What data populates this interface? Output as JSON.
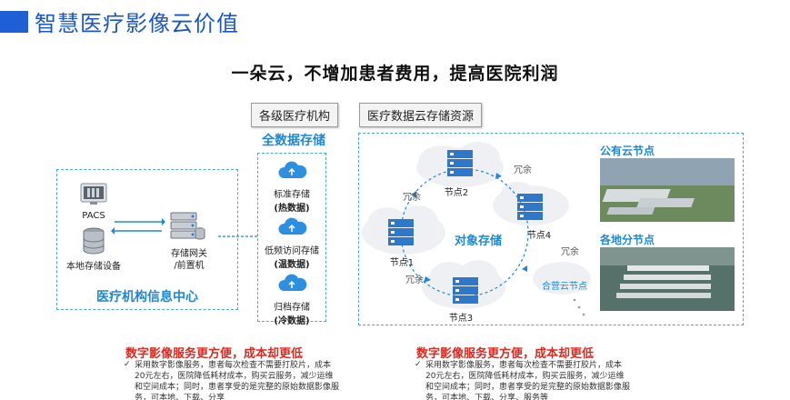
{
  "header": {
    "title": "智慧医疗影像云价值",
    "headline": "一朵云，不增加患者费用，提高医院利润"
  },
  "tags": {
    "institutions": "各级医疗机构",
    "cloud_resources": "医疗数据云存储资源"
  },
  "left_panel": {
    "title": "医疗机构信息中心",
    "pacs": "PACS",
    "local_storage": "本地存储设备",
    "gateway_line1": "存储网关",
    "gateway_line2": "/前置机"
  },
  "storage": {
    "title": "全数据存储",
    "items": [
      {
        "label": "标准存储",
        "sub": "(热数据)"
      },
      {
        "label": "低频访问存储",
        "sub": "(温数据)"
      },
      {
        "label": "归档存储",
        "sub": "(冷数据)"
      }
    ]
  },
  "cloud": {
    "center_label": "对象存储",
    "nodes": [
      "节点1",
      "节点2",
      "节点3",
      "节点4"
    ],
    "redundancy": "冗余",
    "partner_node": "合营云节点",
    "public_node": "公有云节点",
    "regional_node": "各地分节点"
  },
  "bottom": {
    "left_head": "数字影像服务更方便，成本却更低",
    "left_text": "采用数字影像服务，患者每次检查不需要打胶片，成本20元左右，医院降低耗材成本，购买云服务，减少运维和空间成本；同时，患者享受的是完整的原始数据影像服务，可本地、下载、分享",
    "right_head": "数字影像服务更方便，成本却更低",
    "right_text": "采用数字影像服务，患者每次检查不需要打胶片，成本20元左右，医院降低耗材成本，购买云服务，减少运维和空间成本；同时，患者享受的是完整的原始数据影像服务，可本地、下载、分享、服务等"
  },
  "colors": {
    "brand_blue": "#1a56c9",
    "accent_blue": "#1e88d6",
    "red": "#e3261c"
  }
}
